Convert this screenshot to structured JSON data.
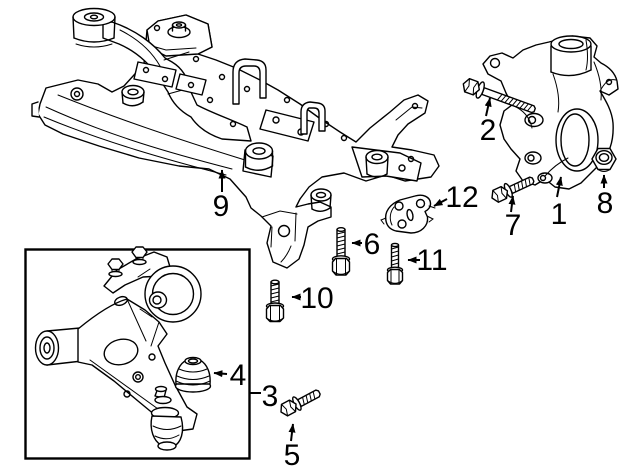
{
  "colors": {
    "background": "#ffffff",
    "line": "#000000",
    "label_text": "#000000"
  },
  "callouts": [
    {
      "label": "1"
    },
    {
      "label": "2"
    },
    {
      "label": "3"
    },
    {
      "label": "4"
    },
    {
      "label": "5"
    },
    {
      "label": "6"
    },
    {
      "label": "7"
    },
    {
      "label": "8"
    },
    {
      "label": "9"
    },
    {
      "label": "10"
    },
    {
      "label": "11"
    },
    {
      "label": "12"
    }
  ]
}
